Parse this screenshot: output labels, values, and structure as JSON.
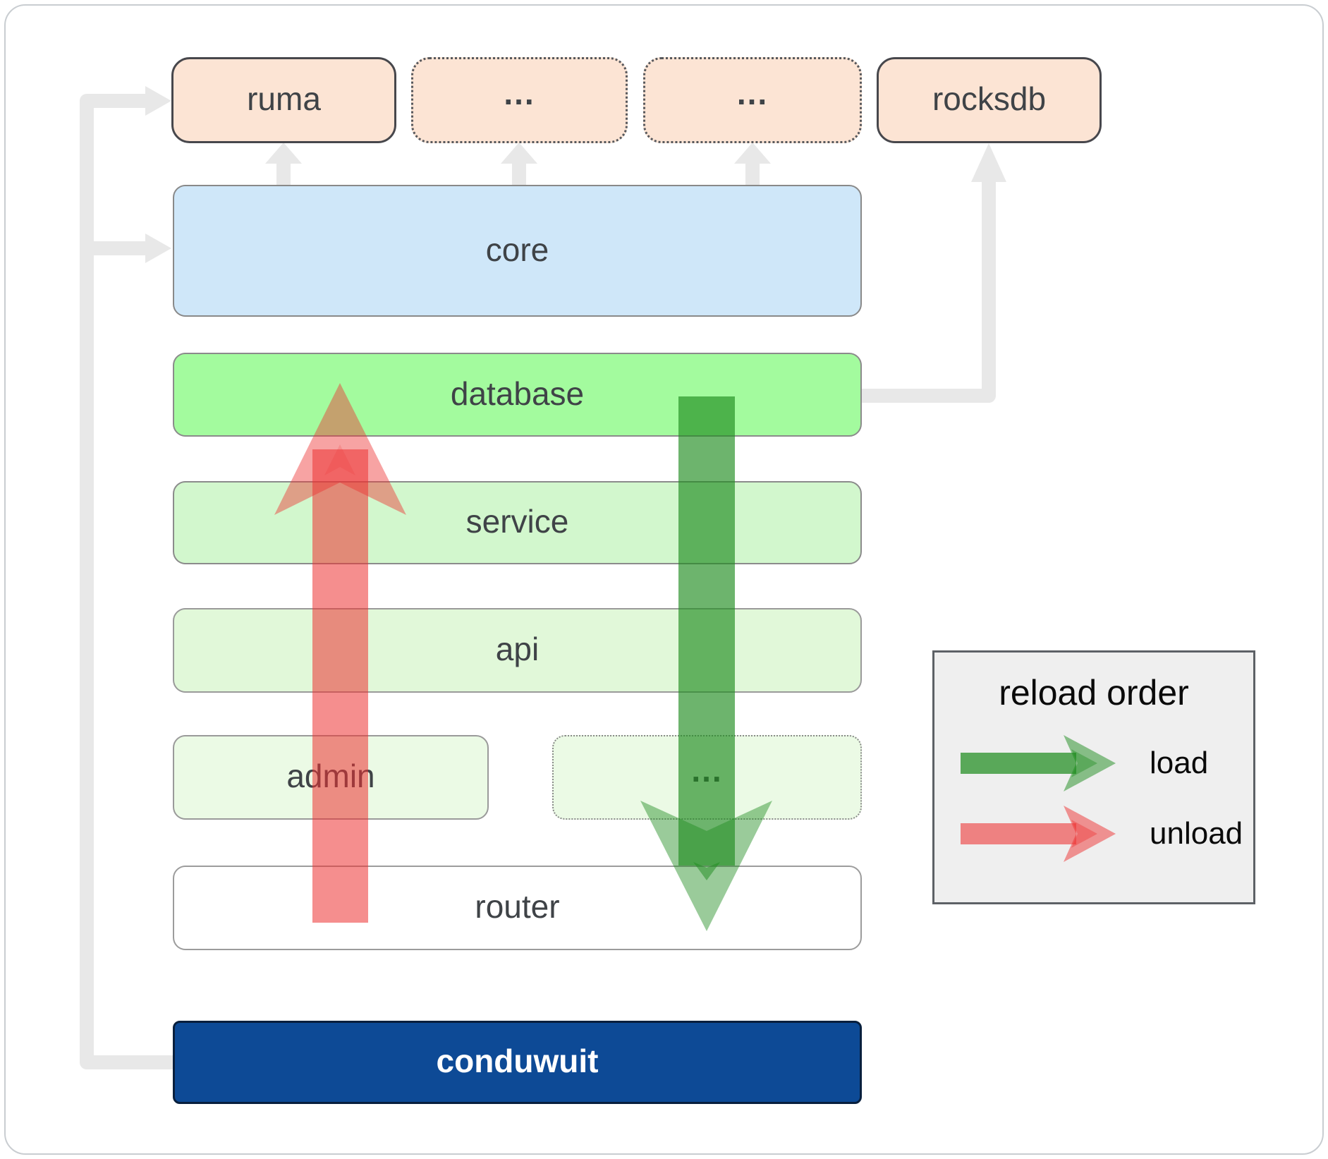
{
  "nodes": {
    "ruma": {
      "label": "ruma"
    },
    "deps_more_1": {
      "label": "..."
    },
    "deps_more_2": {
      "label": "..."
    },
    "rocksdb": {
      "label": "rocksdb"
    },
    "core": {
      "label": "core"
    },
    "database": {
      "label": "database"
    },
    "service": {
      "label": "service"
    },
    "api": {
      "label": "api"
    },
    "admin": {
      "label": "admin"
    },
    "services_more": {
      "label": "..."
    },
    "router": {
      "label": "router"
    },
    "conduwuit": {
      "label": "conduwuit"
    }
  },
  "legend": {
    "title": "reload order",
    "items": [
      {
        "label": "load",
        "color": "#1e8c1e"
      },
      {
        "label": "unload",
        "color": "#ed3232"
      }
    ]
  },
  "colors": {
    "load-green": "#1e8c1e",
    "unload-red": "#ed3232",
    "connector-gray": "#e8e8e8",
    "dependency-fill": "#fce4d4",
    "core-fill": "#cfe7f9",
    "database-fill": "#a3fb9e",
    "service-fill": "#d2f7cd",
    "api-fill": "#e1f8d9",
    "admin-fill": "#ebfae5",
    "router-fill": "#ffffff",
    "conduwuit-fill": "#0d4a96",
    "label-gray": "#3f4347"
  }
}
